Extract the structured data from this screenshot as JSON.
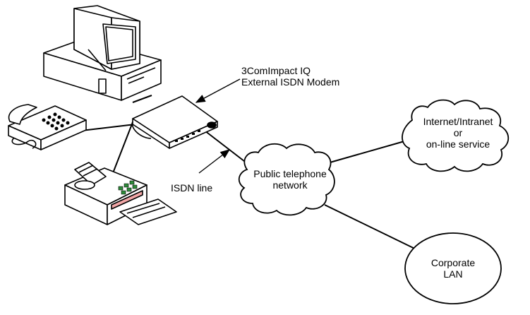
{
  "labels": {
    "modem_line1": "3ComImpact IQ",
    "modem_line2": "External ISDN Modem",
    "isdn_line": "ISDN line",
    "pstn_line1": "Public telephone",
    "pstn_line2": "network",
    "internet_line1": "Internet/Intranet",
    "internet_line2": "or",
    "internet_line3": "on-line service",
    "lan_line1": "Corporate",
    "lan_line2": "LAN"
  },
  "icons": {
    "computer": "computer-icon",
    "modem": "modem-icon",
    "telephone": "telephone-icon",
    "fax": "fax-machine-icon",
    "pstn": "cloud-icon",
    "internet": "cloud-icon",
    "lan": "ellipse-icon"
  },
  "colors": {
    "stroke": "#000000",
    "fax_red_panel": "#f2a7a7",
    "fax_keypad": "#2e8b3a",
    "fill": "#ffffff"
  }
}
